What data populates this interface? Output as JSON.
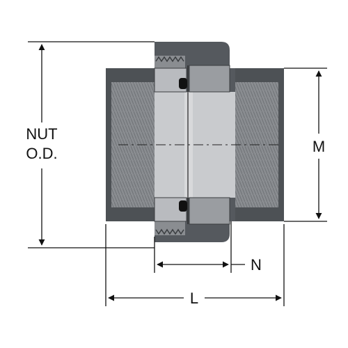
{
  "labels": {
    "nut_od_line1": "NUT",
    "nut_od_line2": "O.D.",
    "m": "M",
    "n": "N",
    "l": "L"
  },
  "colors": {
    "body": "#55595e",
    "body_dark": "#45494d",
    "thread": "#8a8d91",
    "bore": "#c9cbce",
    "bore_light": "#d8d9db",
    "nut_ring": "#b9bbbf",
    "line": "#111111"
  }
}
